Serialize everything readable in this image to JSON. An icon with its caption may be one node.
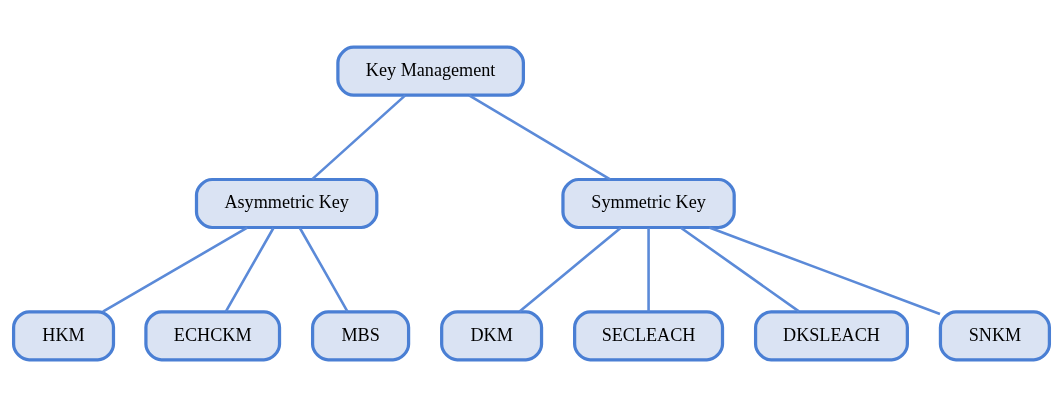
{
  "diagram": {
    "nodes": [
      {
        "text": [
          "Key Management"
        ]
      },
      {
        "text": [
          "Asymmetric Key"
        ]
      },
      {
        "text": [
          "Symmetric Key"
        ]
      },
      {
        "text": [
          "HKM"
        ]
      },
      {
        "text": [
          "ECHCKM"
        ]
      },
      {
        "text": [
          "MBS"
        ]
      },
      {
        "text": [
          "DKM"
        ]
      },
      {
        "text": [
          "SECLEACH"
        ]
      },
      {
        "text": [
          "DKSLEACH"
        ]
      },
      {
        "text": [
          "SNKM"
        ]
      }
    ],
    "edges": [
      {
        "from": 0,
        "to": 1,
        "arrow": "none"
      },
      {
        "from": 0,
        "to": 2,
        "arrow": "none"
      },
      {
        "from": 1,
        "to": 3,
        "arrow": "none"
      },
      {
        "from": 1,
        "to": 4,
        "arrow": "none"
      },
      {
        "from": 1,
        "to": 5,
        "arrow": "none"
      },
      {
        "from": 2,
        "to": 6,
        "arrow": "none"
      },
      {
        "from": 2,
        "to": 7,
        "arrow": "none"
      },
      {
        "from": 2,
        "to": 8,
        "arrow": "none"
      },
      {
        "from": 2,
        "to": 9,
        "arrow": "none"
      }
    ]
  }
}
